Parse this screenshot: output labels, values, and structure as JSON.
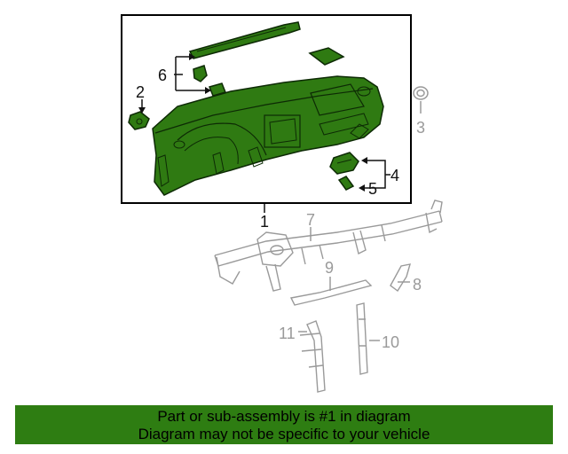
{
  "colors": {
    "highlight_fill": "#2f7a12",
    "highlight_stroke": "#0d2a05",
    "frame_stroke": "#000000",
    "ghost_stroke": "#9a9a9a",
    "banner_bg": "#2e7d12"
  },
  "callouts": {
    "part1": "1",
    "part2": "2",
    "part3": "3",
    "part4": "4",
    "part5": "5",
    "part6": "6",
    "part7": "7",
    "part8": "8",
    "part9": "9",
    "part10": "10",
    "part11": "11"
  },
  "banner": {
    "line1": "Part or sub-assembly is #1 in diagram",
    "line2": "Diagram may not be specific to your vehicle"
  }
}
